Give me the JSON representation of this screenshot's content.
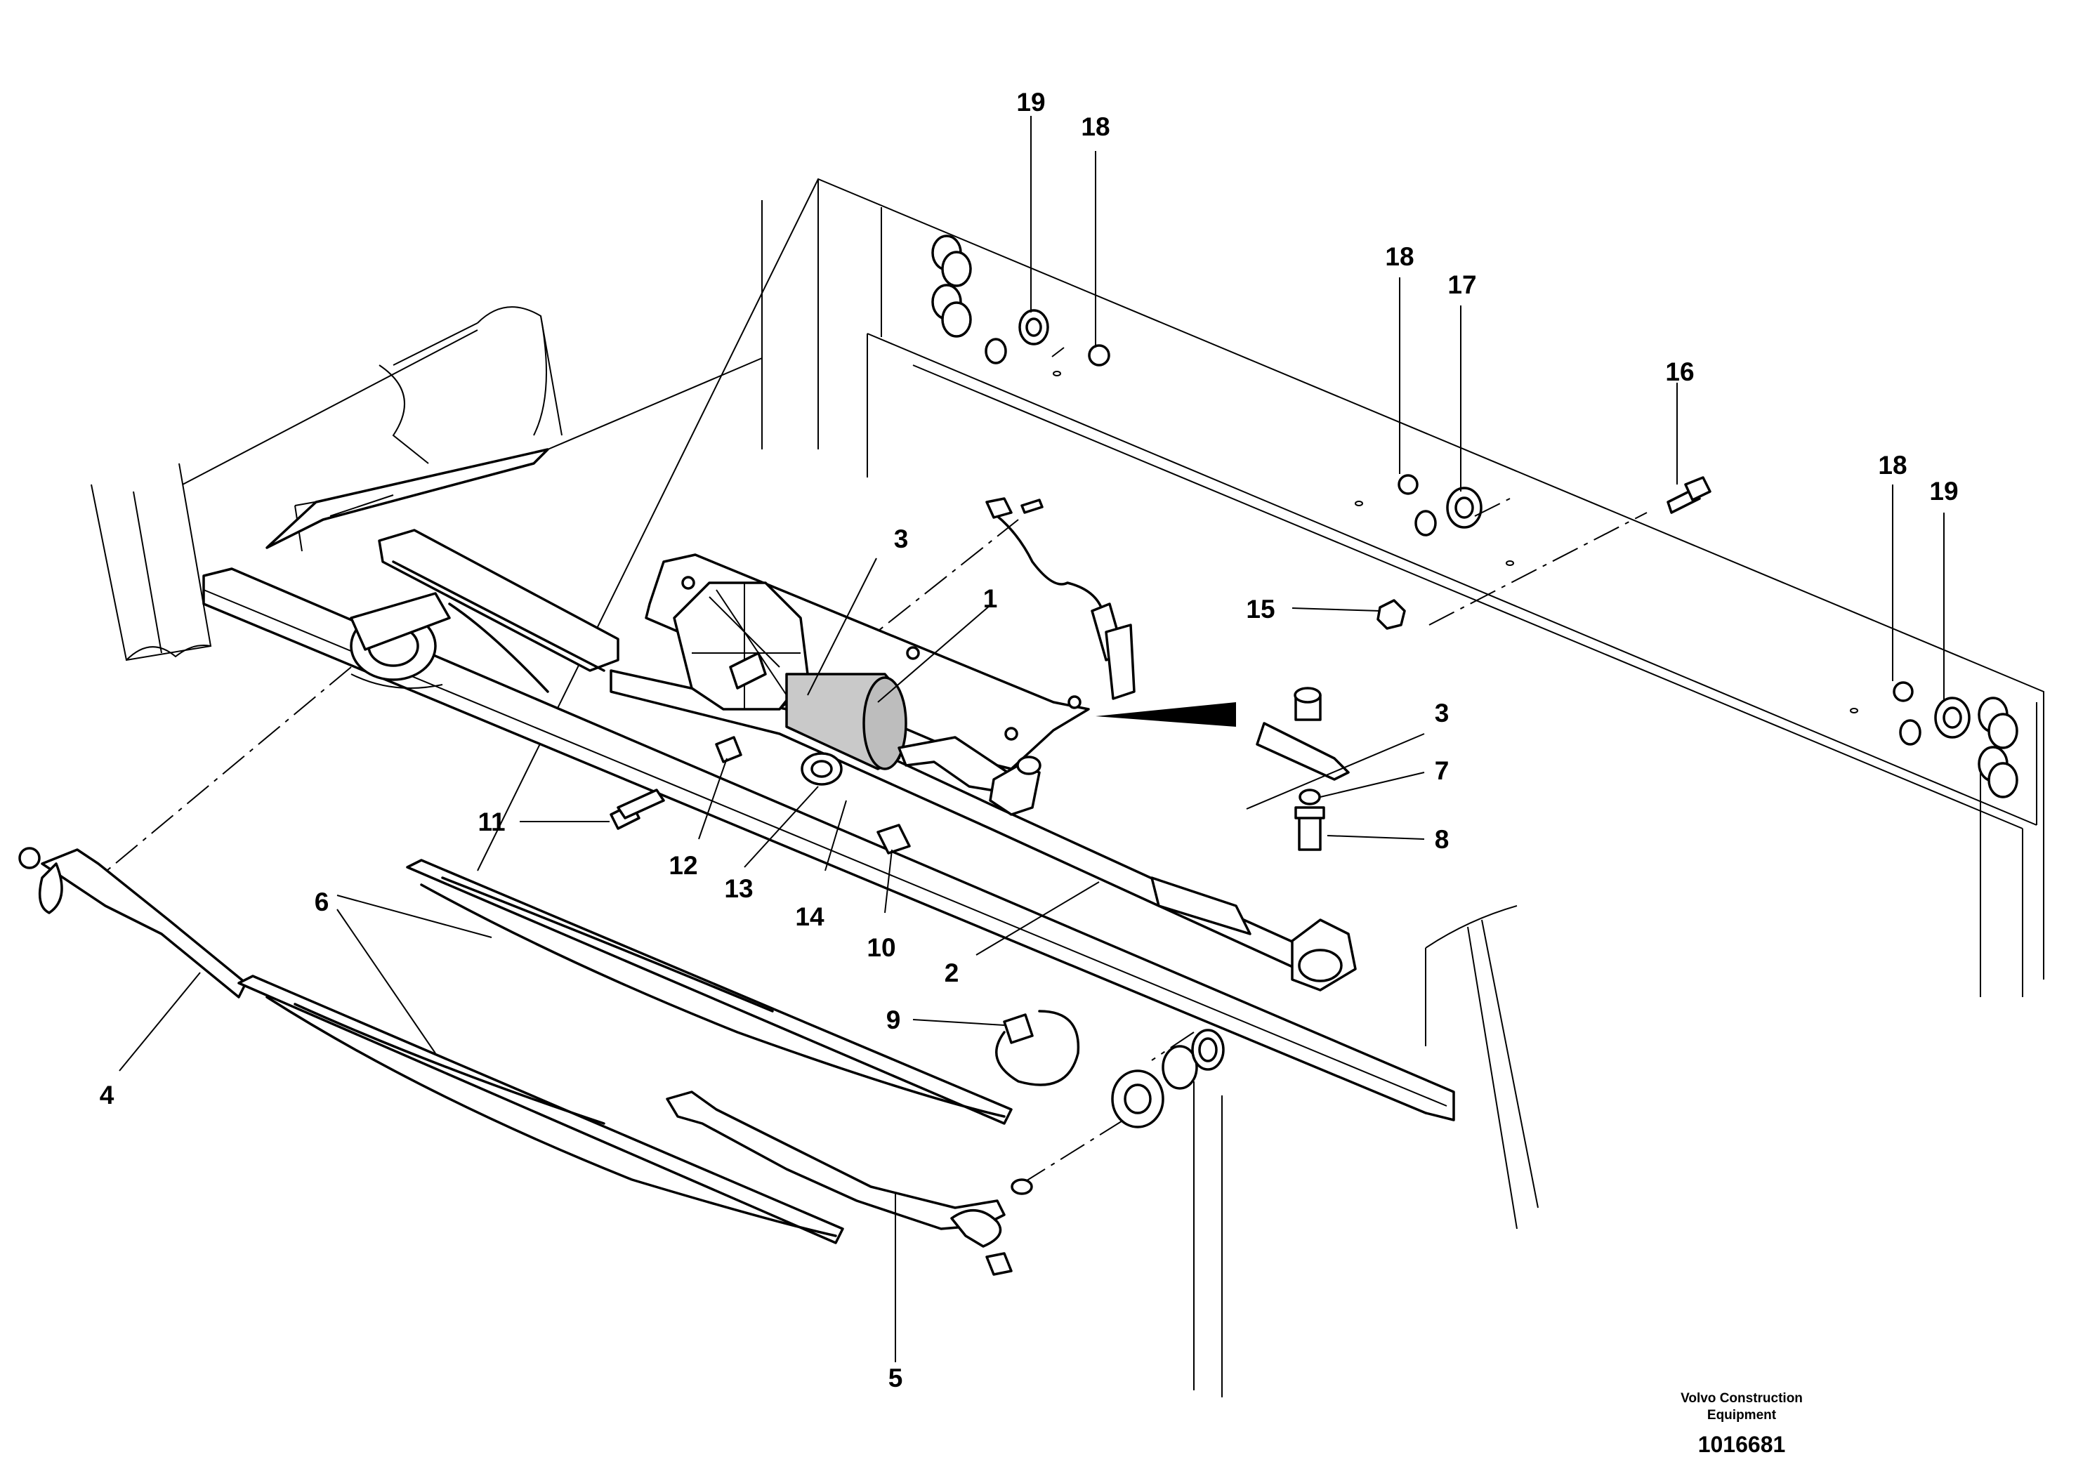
{
  "diagram": {
    "callouts": {
      "c1": "1",
      "c2": "2",
      "c3a": "3",
      "c3b": "3",
      "c4": "4",
      "c5": "5",
      "c6": "6",
      "c7": "7",
      "c8": "8",
      "c9": "9",
      "c10": "10",
      "c11": "11",
      "c12": "12",
      "c13": "13",
      "c14": "14",
      "c15": "15",
      "c16": "16",
      "c17": "17",
      "c18a": "18",
      "c18b": "18",
      "c18c": "18",
      "c19a": "19",
      "c19b": "19"
    },
    "caption": {
      "line1": "Volvo Construction",
      "line2": "Equipment",
      "number": "1016681"
    }
  }
}
